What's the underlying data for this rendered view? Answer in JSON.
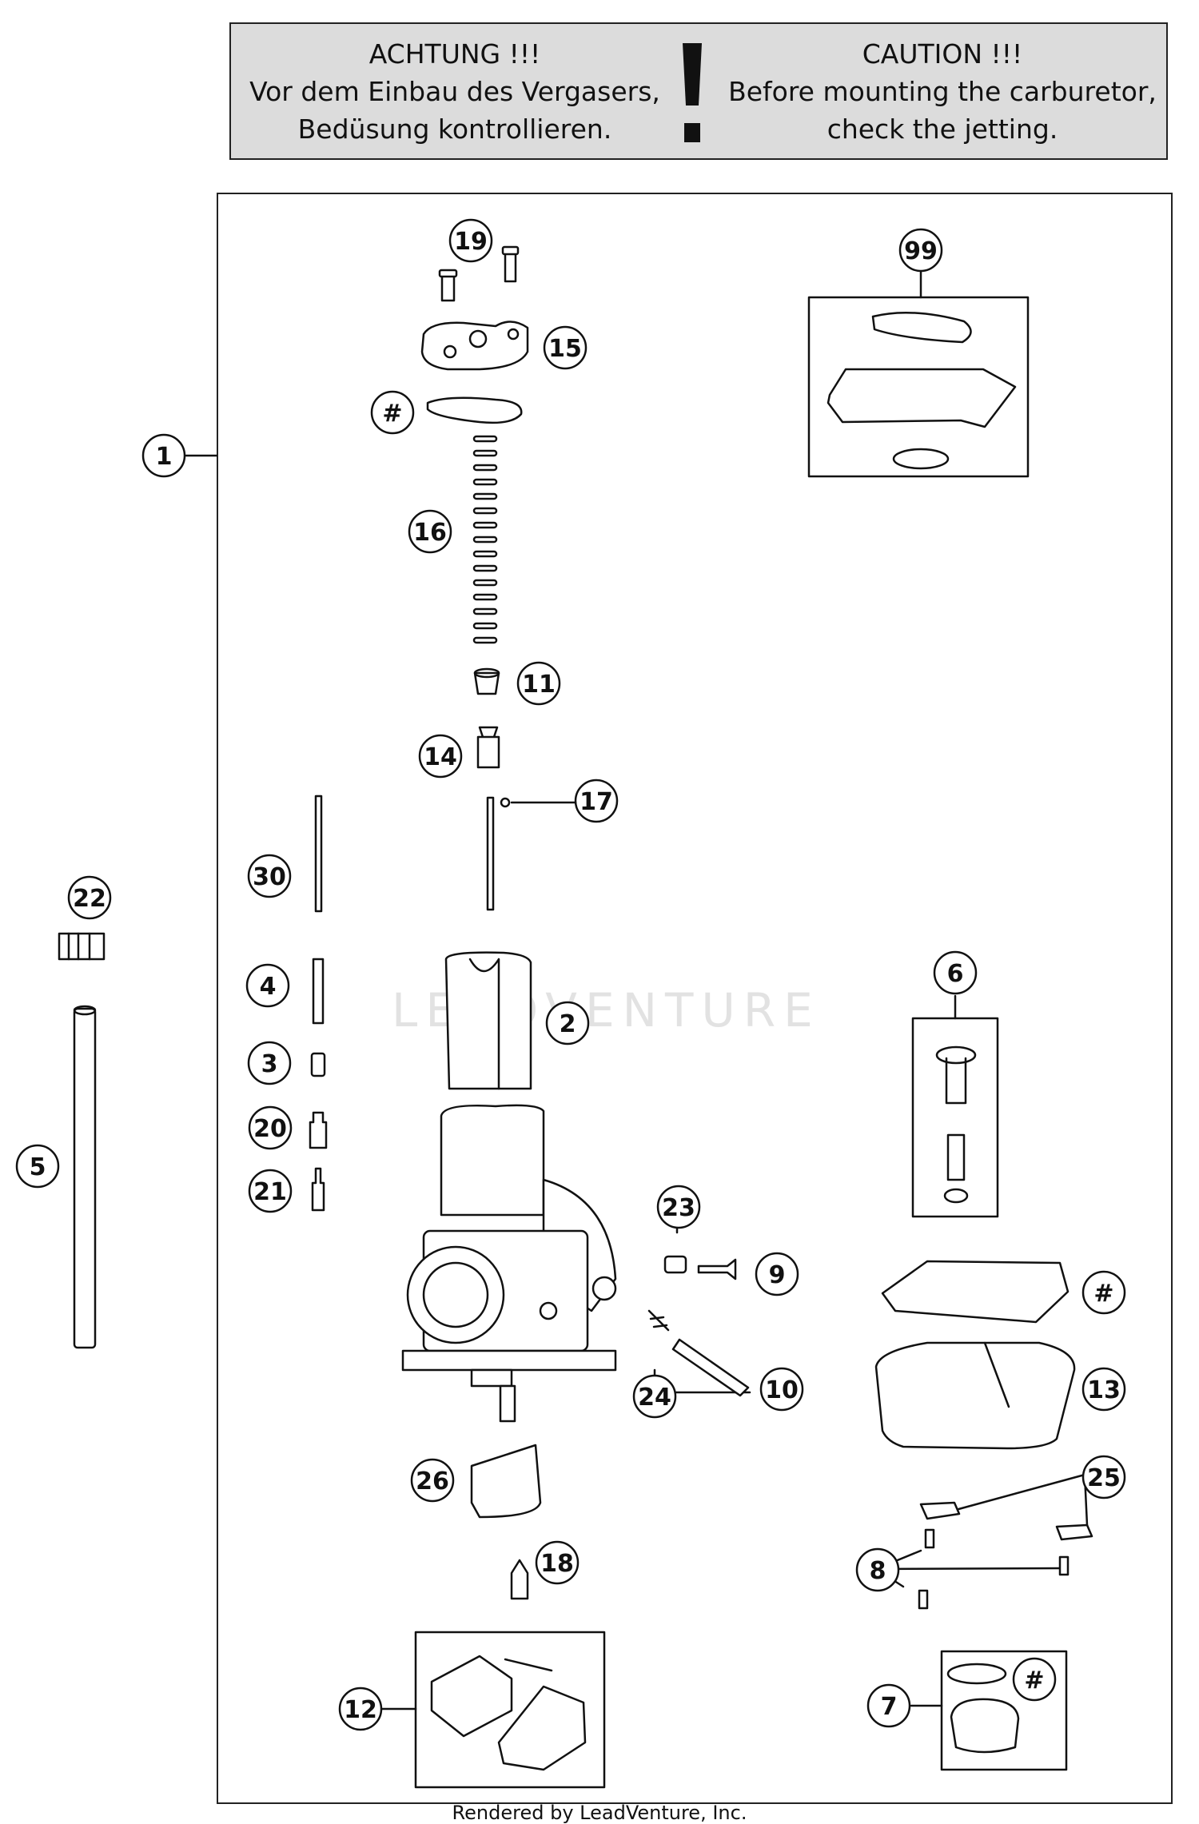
{
  "caution": {
    "de_title": "ACHTUNG !!!",
    "de_line1": "Vor dem Einbau des Vergasers,",
    "de_line2": "Bedüsung kontrollieren.",
    "en_title": "CAUTION !!!",
    "en_line1": "Before mounting the carburetor,",
    "en_line2": "check the jetting."
  },
  "callouts": {
    "c1": "1",
    "c2": "2",
    "c3": "3",
    "c4": "4",
    "c5": "5",
    "c6": "6",
    "c7": "7",
    "c8": "8",
    "c9": "9",
    "c10": "10",
    "c11": "11",
    "c12": "12",
    "c13": "13",
    "c14": "14",
    "c15": "15",
    "c16": "16",
    "c17": "17",
    "c18": "18",
    "c19": "19",
    "c20": "20",
    "c21": "21",
    "c22": "22",
    "c23": "23",
    "c24": "24",
    "c25": "25",
    "c26": "26",
    "c30": "30",
    "c99": "99",
    "hash_a": "#",
    "hash_b": "#",
    "hash_c": "#"
  },
  "watermark": "LEADVENTURE",
  "footer": "Rendered by LeadVenture, Inc."
}
